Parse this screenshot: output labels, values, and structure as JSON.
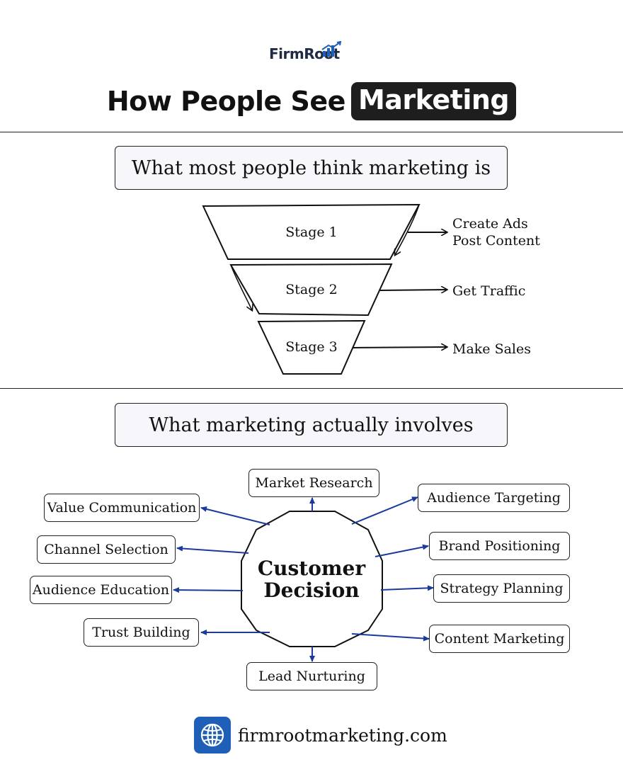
{
  "brand": {
    "logo_text": "FirmRoot",
    "accent": "#1f5fb8",
    "dark": "#1e1e1e"
  },
  "header": {
    "title_prefix": "How People See",
    "title_highlight": "Marketing"
  },
  "section_perception": {
    "heading": "What most people think marketing is",
    "stages": [
      "Stage 1",
      "Stage 2",
      "Stage 3"
    ],
    "outcomes": [
      {
        "lines": [
          "Create Ads",
          "Post Content"
        ]
      },
      {
        "lines": [
          "Get Traffic"
        ]
      },
      {
        "lines": [
          "Make Sales"
        ]
      }
    ]
  },
  "section_reality": {
    "heading": "What marketing actually involves",
    "center_line1": "Customer",
    "center_line2": "Decision",
    "nodes": [
      "Market Research",
      "Audience Targeting",
      "Brand Positioning",
      "Strategy Planning",
      "Content Marketing",
      "Lead Nurturing",
      "Trust Building",
      "Audience Education",
      "Channel Selection",
      "Value Communication"
    ],
    "connector_color": "#1a3a9c"
  },
  "footer": {
    "url": "firmrootmarketing.com",
    "icon": "globe-icon"
  }
}
